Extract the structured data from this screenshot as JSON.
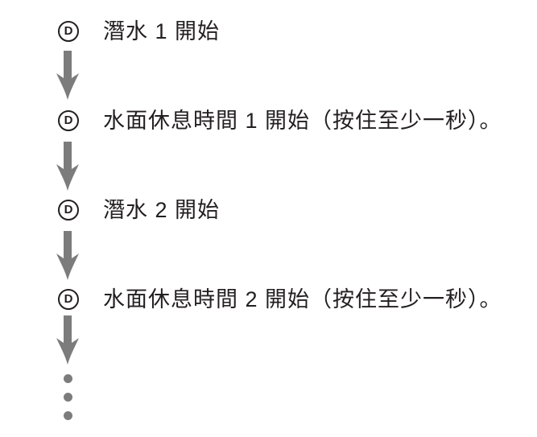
{
  "colors": {
    "text": "#231f20",
    "arrow": "#7c7c7c",
    "background": "#ffffff"
  },
  "flow": {
    "button_label": "D",
    "steps": [
      {
        "label": "潛水 1 開始"
      },
      {
        "label": "水面休息時間 1 開始（按住至少一秒）。"
      },
      {
        "label": "潛水 2 開始"
      },
      {
        "label": "水面休息時間 2 開始（按住至少一秒）。"
      }
    ],
    "continuation": {
      "dot_count": 3
    }
  }
}
